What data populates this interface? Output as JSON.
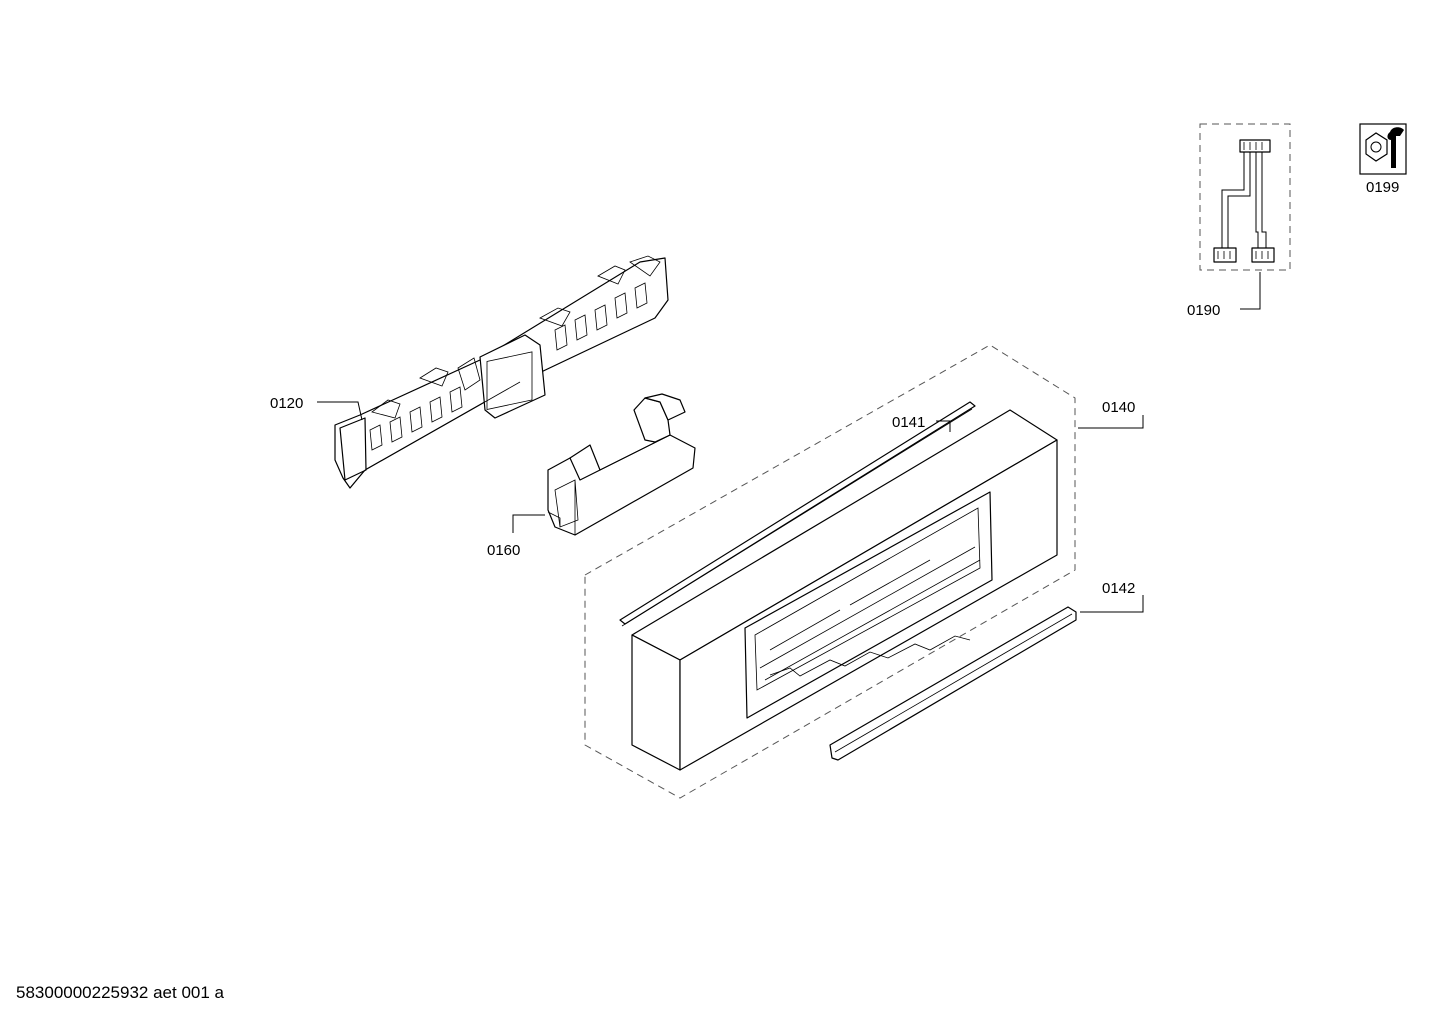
{
  "document_id": "58300000225932 aet 001 a",
  "callouts": [
    {
      "id": "0120"
    },
    {
      "id": "0160"
    },
    {
      "id": "0141"
    },
    {
      "id": "0140"
    },
    {
      "id": "0142"
    },
    {
      "id": "0190"
    },
    {
      "id": "0199"
    }
  ],
  "icons": [
    "service-tool-icon",
    "wire-harness-icon"
  ],
  "colors": {
    "line": "#000000",
    "dashed_group": "#555555",
    "background": "#ffffff"
  }
}
